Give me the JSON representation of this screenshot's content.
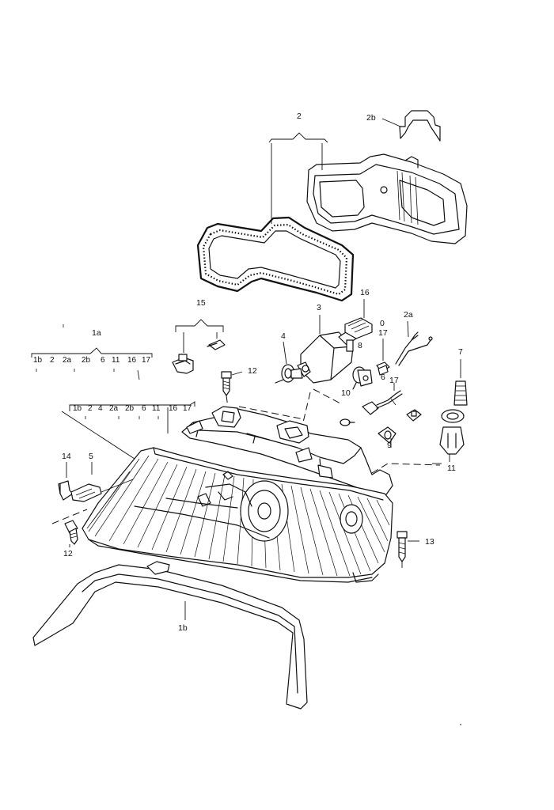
{
  "labels": {
    "2": "2",
    "2b": "2b",
    "15": "15",
    "3": "3",
    "16": "16",
    "0": "0",
    "8": "8",
    "17a": "17",
    "2a": "2a",
    "1a": "1a",
    "4": "4",
    "6": "6",
    "12a": "12",
    "10": "10",
    "7": "7",
    "17b": "17",
    "9": "9",
    "11": "11",
    "14": "14",
    "5": "5",
    "12b": "12",
    "13": "13",
    "1b": "1b"
  },
  "ref_row_1": [
    "1b",
    "2",
    "2a",
    "2b",
    "6",
    "11",
    "16",
    "17"
  ],
  "ref_row_2": [
    "1b",
    "2",
    "4",
    "2a",
    "2b",
    "6",
    "11",
    "16",
    "17"
  ]
}
